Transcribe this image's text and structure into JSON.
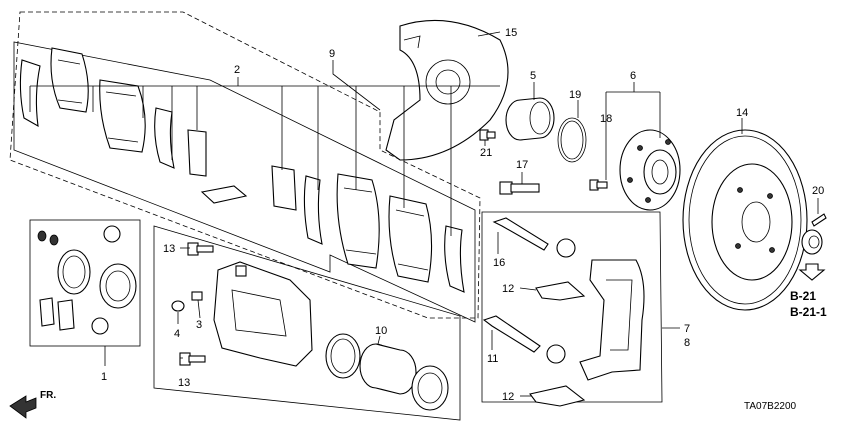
{
  "callouts": {
    "c1": "1",
    "c2": "2",
    "c3": "3",
    "c4": "4",
    "c5": "5",
    "c6": "6",
    "c7": "7",
    "c8": "8",
    "c9": "9",
    "c10": "10",
    "c11": "11",
    "c12a": "12",
    "c12b": "12",
    "c13a": "13",
    "c13b": "13",
    "c14": "14",
    "c15": "15",
    "c16": "16",
    "c17": "17",
    "c18": "18",
    "c19": "19",
    "c20": "20",
    "c21": "21"
  },
  "references": {
    "ref1": "B-21",
    "ref2": "B-21-1"
  },
  "diagram_code": "TA07B2200",
  "direction_label": "FR."
}
